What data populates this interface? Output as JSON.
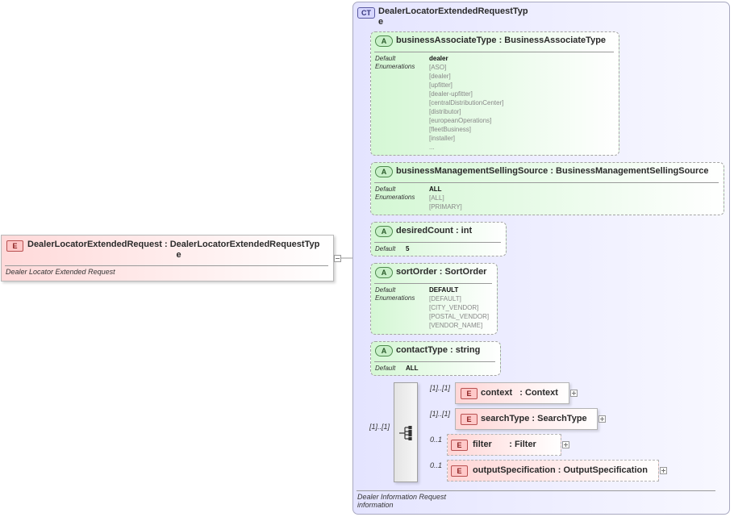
{
  "root_element": {
    "badge": "E",
    "name": "DealerLocatorExtendedRequest",
    "separator": ":",
    "type_line1": "DealerLocatorExtendedRequestTyp",
    "type_line2": "e",
    "documentation": "Dealer Locator Extended Request"
  },
  "complex_type": {
    "badge": "CT",
    "name_line1": "DealerLocatorExtendedRequestTyp",
    "name_line2": "e",
    "documentation_line1": "Dealer Information Request",
    "documentation_line2": "information"
  },
  "labels": {
    "default": "Default",
    "enumerations": "Enumerations",
    "attribute_badge": "A",
    "element_badge": "E"
  },
  "attributes": [
    {
      "name": "businessAssociateType : BusinessAssociateType",
      "default": "dealer",
      "enumerations": [
        "[ASO]",
        "[dealer]",
        "[upfitter]",
        "[dealer-upfitter]",
        "[centralDistributionCenter]",
        "[distributor]",
        "[europeanOperations]",
        "[fleetBusiness]",
        "[installer]",
        "..."
      ]
    },
    {
      "name": "businessManagementSellingSource : BusinessManagementSellingSource",
      "default": "ALL",
      "enumerations": [
        "[ALL]",
        "[PRIMARY]"
      ]
    },
    {
      "name": "desiredCount : int",
      "default": "5",
      "enumerations": []
    },
    {
      "name": "sortOrder : SortOrder",
      "default": "DEFAULT",
      "enumerations": [
        "[DEFAULT]",
        "[CITY_VENDOR]",
        "[POSTAL_VENDOR]",
        "[VENDOR_NAME]"
      ]
    },
    {
      "name": "contactType : string",
      "default": "ALL",
      "enumerations": []
    }
  ],
  "sequence": {
    "cardinality": "[1]..[1]",
    "children": [
      {
        "name": "context   : Context",
        "cardinality": "[1]..[1]",
        "optional": false
      },
      {
        "name": "searchType : SearchType",
        "cardinality": "[1]..[1]",
        "optional": false
      },
      {
        "name": "filter       : Filter",
        "cardinality": "0..1",
        "optional": true
      },
      {
        "name": "outputSpecification : OutputSpecification",
        "cardinality": "0..1",
        "optional": true
      }
    ]
  }
}
